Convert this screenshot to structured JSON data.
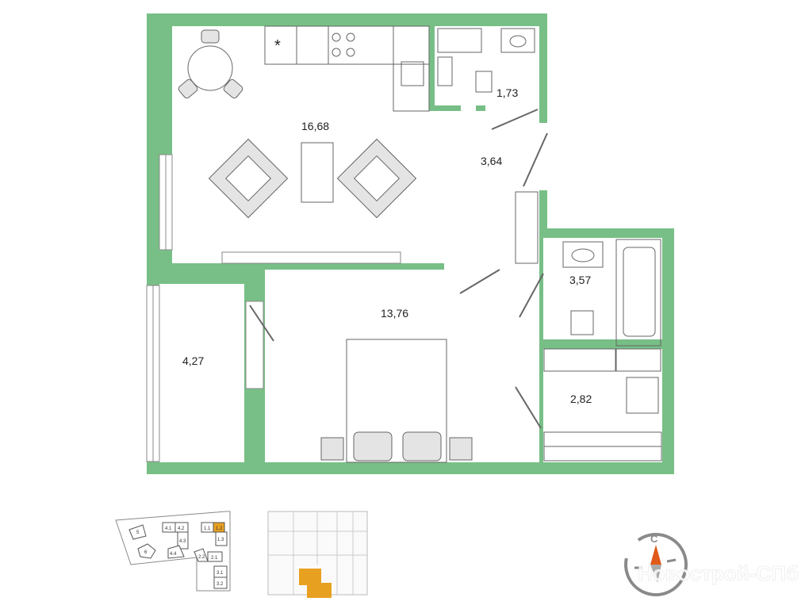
{
  "colors": {
    "wall": "#77bf86",
    "highlight": "#e8a020",
    "compass_needle": "#e05a1a",
    "compass_ring": "#8a8a8a"
  },
  "rooms": [
    {
      "id": "living-kitchen",
      "area": "16,68"
    },
    {
      "id": "wc",
      "area": "1,73"
    },
    {
      "id": "hall",
      "area": "3,64"
    },
    {
      "id": "bathroom",
      "area": "3,57"
    },
    {
      "id": "bedroom",
      "area": "13,76"
    },
    {
      "id": "balcony",
      "area": "4,27"
    },
    {
      "id": "storage",
      "area": "2,82"
    }
  ],
  "site_plan": {
    "buildings": [
      "5",
      "6",
      "4.1",
      "4.2",
      "4.3",
      "4.4",
      "1.1",
      "1.2",
      "1.3",
      "2.2",
      "2.1",
      "3.1",
      "3.2"
    ],
    "selected": "1.2"
  },
  "compass": {
    "north_label": "С"
  },
  "watermark": "Новострой-СПб"
}
